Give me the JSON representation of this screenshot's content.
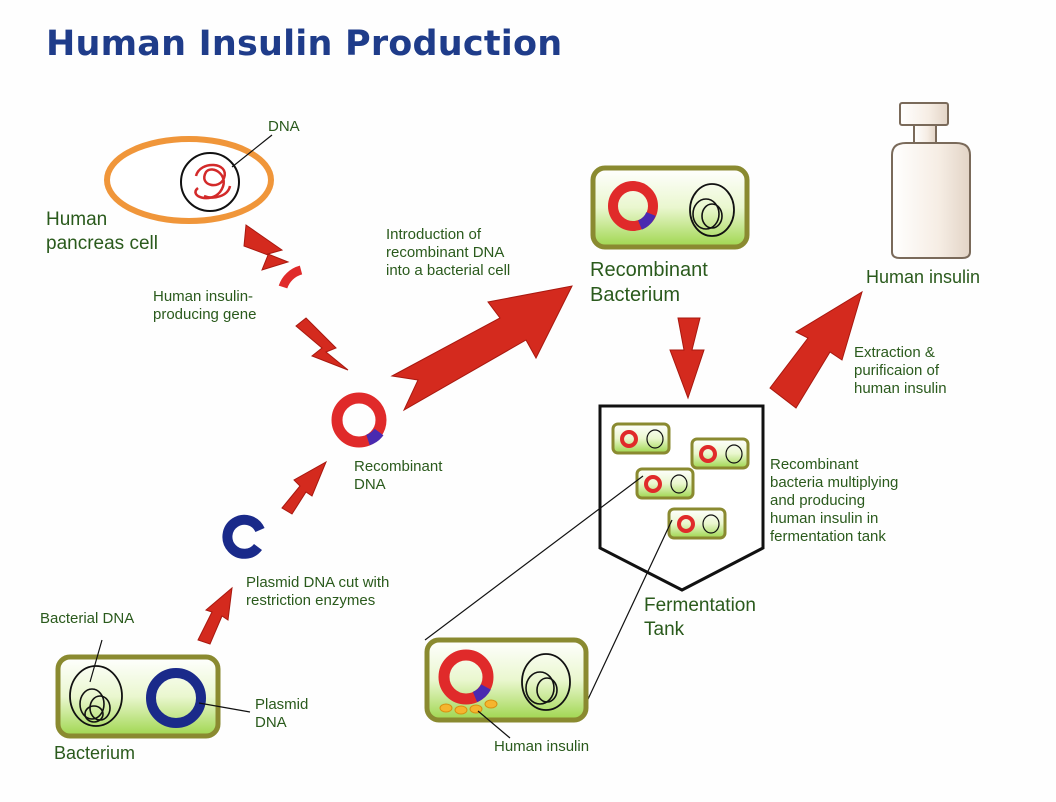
{
  "title": "Human Insulin Production",
  "labels": {
    "dna": "DNA",
    "pancreas_line1": "Human",
    "pancreas_line2": "pancreas cell",
    "gene_line1": "Human insulin-",
    "gene_line2": "producing gene",
    "recombinant_dna_line1": "Recombinant",
    "recombinant_dna_line2": "DNA",
    "plasmid_cut_line1": "Plasmid DNA cut with",
    "plasmid_cut_line2": "restriction enzymes",
    "bacterial_dna": "Bacterial DNA",
    "plasmid_dna_line1": "Plasmid",
    "plasmid_dna_line2": "DNA",
    "bacterium": "Bacterium",
    "introduction_line1": "Introduction of",
    "introduction_line2": "recombinant DNA",
    "introduction_line3": "into a bacterial cell",
    "recombinant_bacterium_line1": "Recombinant",
    "recombinant_bacterium_line2": "Bacterium",
    "human_insulin_bottle": "Human insulin",
    "extraction_line1": "Extraction &",
    "extraction_line2": "purificaion of",
    "extraction_line3": "human insulin",
    "multiplying_line1": "Recombinant",
    "multiplying_line2": "bacteria multiplying",
    "multiplying_line3": "and producing",
    "multiplying_line4": "human insulin in",
    "multiplying_line5": "fermentation tank",
    "fermentation_line1": "Fermentation",
    "fermentation_line2": "Tank",
    "human_insulin_small": "Human insulin"
  },
  "colors": {
    "title": "#1f3c8a",
    "label": "#2a5a1c",
    "arrow": "#d42a1e",
    "plasmid_blue": "#1a2a8a",
    "recombinant_red": "#e02a2a",
    "insert_purple": "#4a2ab0",
    "cell_fill": "#d8f0a0",
    "cell_border": "#8a8a30",
    "pancreas_border": "#f0963a"
  }
}
